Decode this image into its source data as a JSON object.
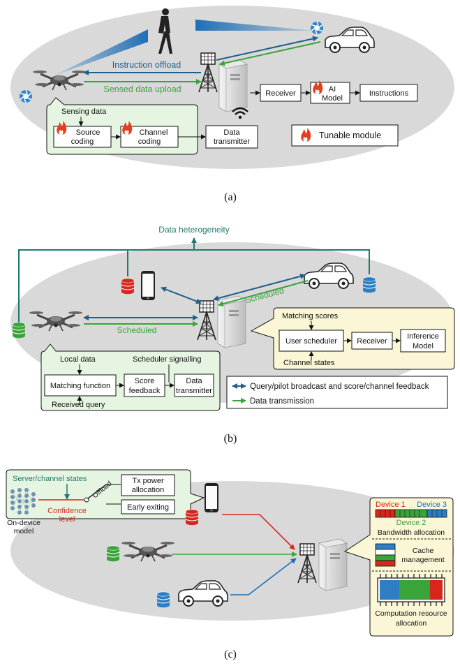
{
  "panel_a": {
    "caption": "(a)",
    "instruction_offload": "Instruction offload",
    "sensed_data_upload": "Sensed data upload",
    "sensing_data": "Sensing data",
    "source_coding_1": "Source",
    "source_coding_2": "coding",
    "channel_coding_1": "Channel",
    "channel_coding_2": "coding",
    "data_transmitter_1": "Data",
    "data_transmitter_2": "transmitter",
    "receiver": "Receiver",
    "ai_model_1": "AI",
    "ai_model_2": "Model",
    "instructions": "Instructions",
    "tunable_module": "Tunable module"
  },
  "panel_b": {
    "caption": "(b)",
    "data_heterogeneity": "Data heterogeneity",
    "scheduled_car": "Scheduled",
    "scheduled_drone": "Scheduled",
    "matching_scores": "Matching scores",
    "user_scheduler": "User scheduler",
    "receiver": "Receiver",
    "inference_model_1": "Inference",
    "inference_model_2": "Model",
    "channel_states": "Channel states",
    "local_data": "Local data",
    "scheduler_signalling": "Scheduler signalling",
    "matching_function": "Matching function",
    "score_feedback_1": "Score",
    "score_feedback_2": "feedback",
    "data_transmitter_1": "Data",
    "data_transmitter_2": "transmitter",
    "received_query": "Received query",
    "legend_query": "Query/pilot broadcast and score/channel feedback",
    "legend_data": "Data transmission"
  },
  "panel_c": {
    "caption": "(c)",
    "server_channel_states": "Server/channel states",
    "offload": "Offload",
    "tx_power_1": "Tx power",
    "tx_power_2": "allocation",
    "confidence_1": "Confidence",
    "confidence_2": "level",
    "on_device_1": "On-device",
    "on_device_2": "model",
    "early_exiting": "Early exiting",
    "device1": "Device 1",
    "device2": "Device 2",
    "device3": "Device 3",
    "bandwidth_allocation": "Bandwidth allocation",
    "cache_1": "Cache",
    "cache_2": "management",
    "computation_1": "Computation resource",
    "computation_2": "allocation"
  },
  "colors": {
    "blue_arrow": "#1f5f8b",
    "green_arrow": "#3aa33a",
    "teal": "#1f7a6e",
    "ellipse": "#d9d9d9",
    "callout_green": "#e6f5e1",
    "callout_yellow": "#fbf6d6",
    "red": "#d8261c",
    "flame": "#e2401c"
  }
}
